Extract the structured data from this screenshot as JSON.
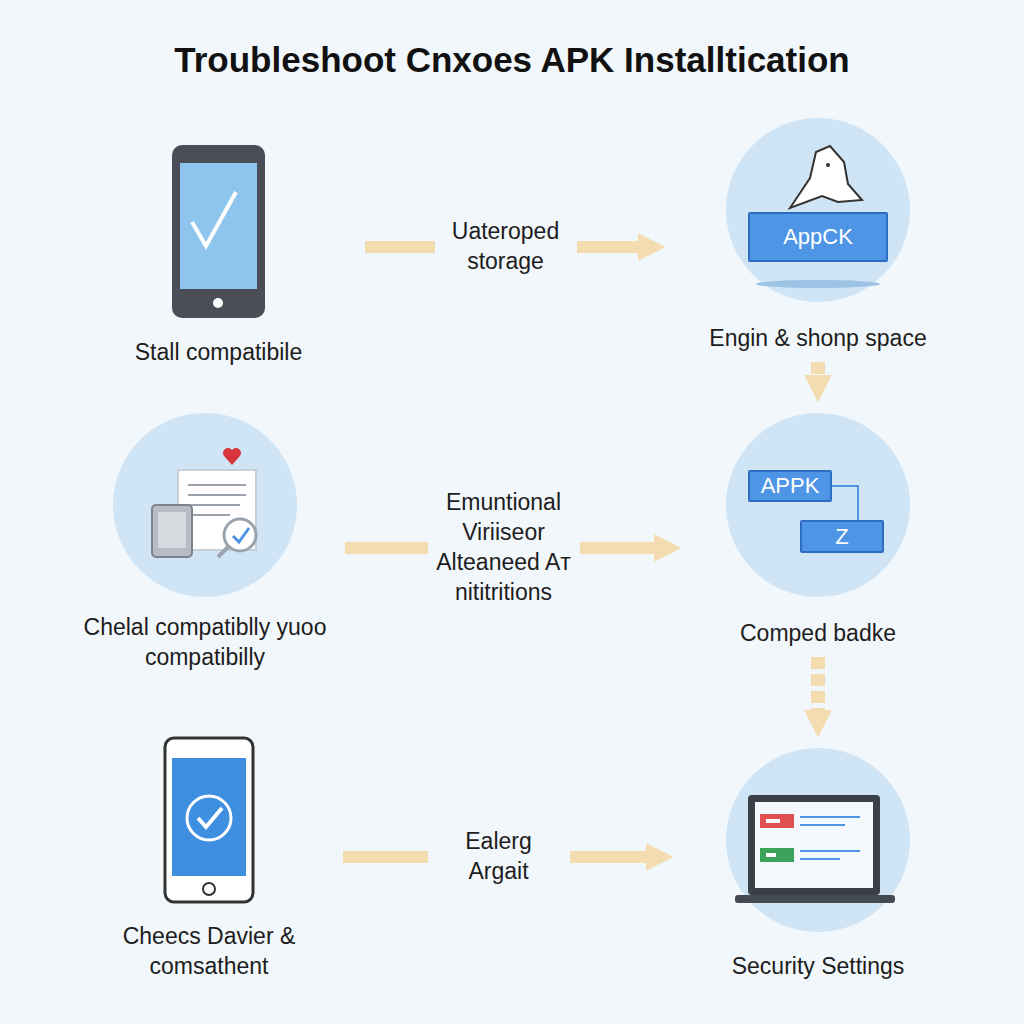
{
  "diagram": {
    "title": "Troubleshoot Cnxoes APK Installtication",
    "nodes": [
      {
        "text": [
          "Stall compatibile"
        ]
      },
      {
        "text": [
          "Engin & shonp space"
        ]
      },
      {
        "text": [
          "AppCK"
        ],
        "in": 1
      },
      {
        "text": [
          "Chelal compatiblly yuoo compatibilly"
        ]
      },
      {
        "text": [
          "Comped badke"
        ]
      },
      {
        "text": [
          "APPK"
        ],
        "in": 4
      },
      {
        "text": [
          "Z"
        ],
        "in": 4
      },
      {
        "text": [
          "Cheecs Davier & comsathent"
        ]
      },
      {
        "text": [
          "Security Settings"
        ]
      }
    ],
    "edges": [
      {
        "from": 0,
        "to": 1,
        "arrow": "to",
        "label": "Uateroped storage"
      },
      {
        "from": 1,
        "to": 4,
        "arrow": "to"
      },
      {
        "from": 5,
        "to": 6,
        "arrow": "none"
      },
      {
        "from": 3,
        "to": 4,
        "arrow": "to",
        "label": "Emuntional Viriiseor Alteaneed Aт nititritions"
      },
      {
        "from": 4,
        "to": 8,
        "arrow": "to"
      },
      {
        "from": 7,
        "to": 8,
        "arrow": "to",
        "label": "Ealerg Argait"
      }
    ]
  }
}
